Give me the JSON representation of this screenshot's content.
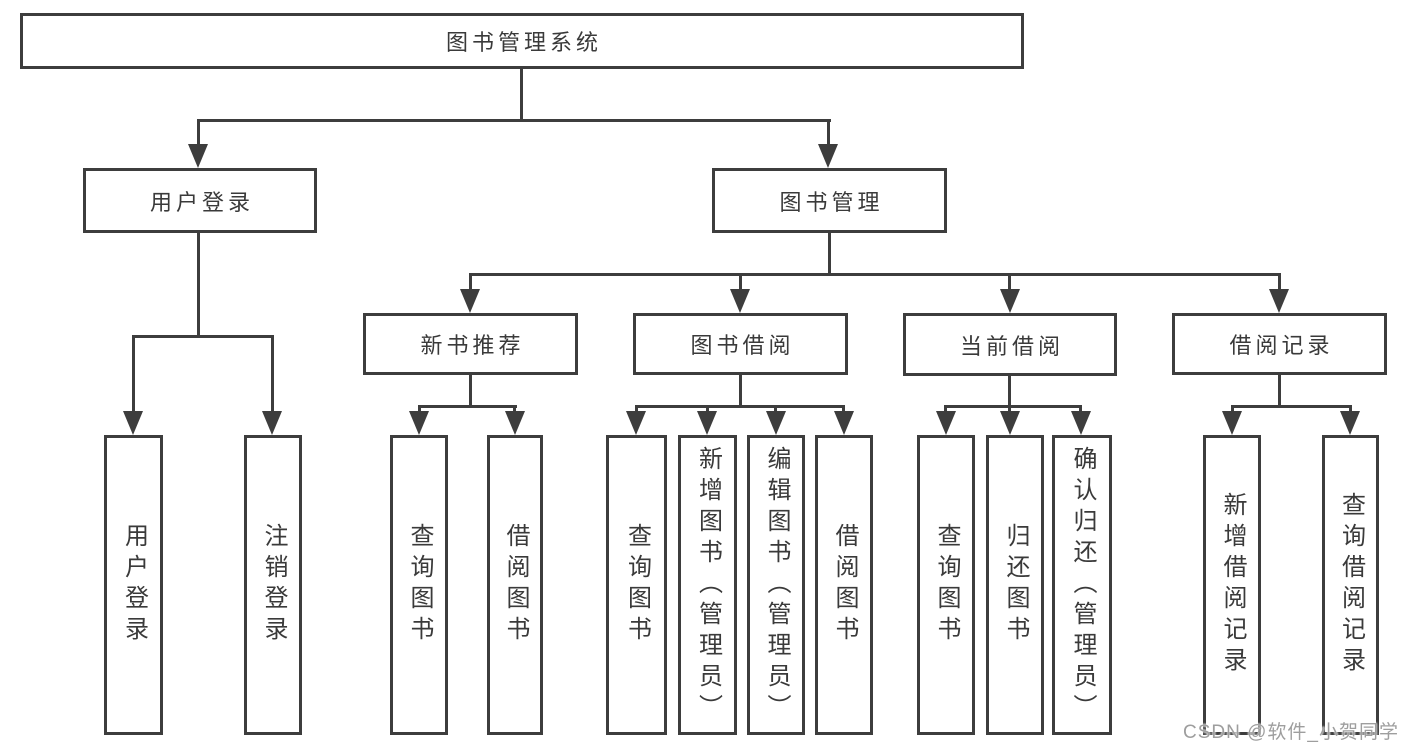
{
  "diagram": {
    "title": "图书管理系统",
    "root": {
      "label": "图书管理系统"
    },
    "level2": [
      {
        "label": "用户登录"
      },
      {
        "label": "图书管理"
      }
    ],
    "level3": [
      {
        "label": "新书推荐"
      },
      {
        "label": "图书借阅"
      },
      {
        "label": "当前借阅"
      },
      {
        "label": "借阅记录"
      }
    ],
    "leaves": {
      "login": [
        "用户登录",
        "注销登录"
      ],
      "recommend": [
        "查询图书",
        "借阅图书"
      ],
      "borrow": [
        "查询图书",
        "新增图书（管理员）",
        "编辑图书（管理员）",
        "借阅图书"
      ],
      "current": [
        "查询图书",
        "归还图书",
        "确认归还（管理员）"
      ],
      "records": [
        "新增借阅记录",
        "查询借阅记录"
      ]
    },
    "watermark": "CSDN @软件_小贺同学",
    "colors": {
      "line": "#3d3d3d",
      "text": "#3a3a3a",
      "watermark": "#9e9e9e",
      "background": "#ffffff"
    }
  }
}
